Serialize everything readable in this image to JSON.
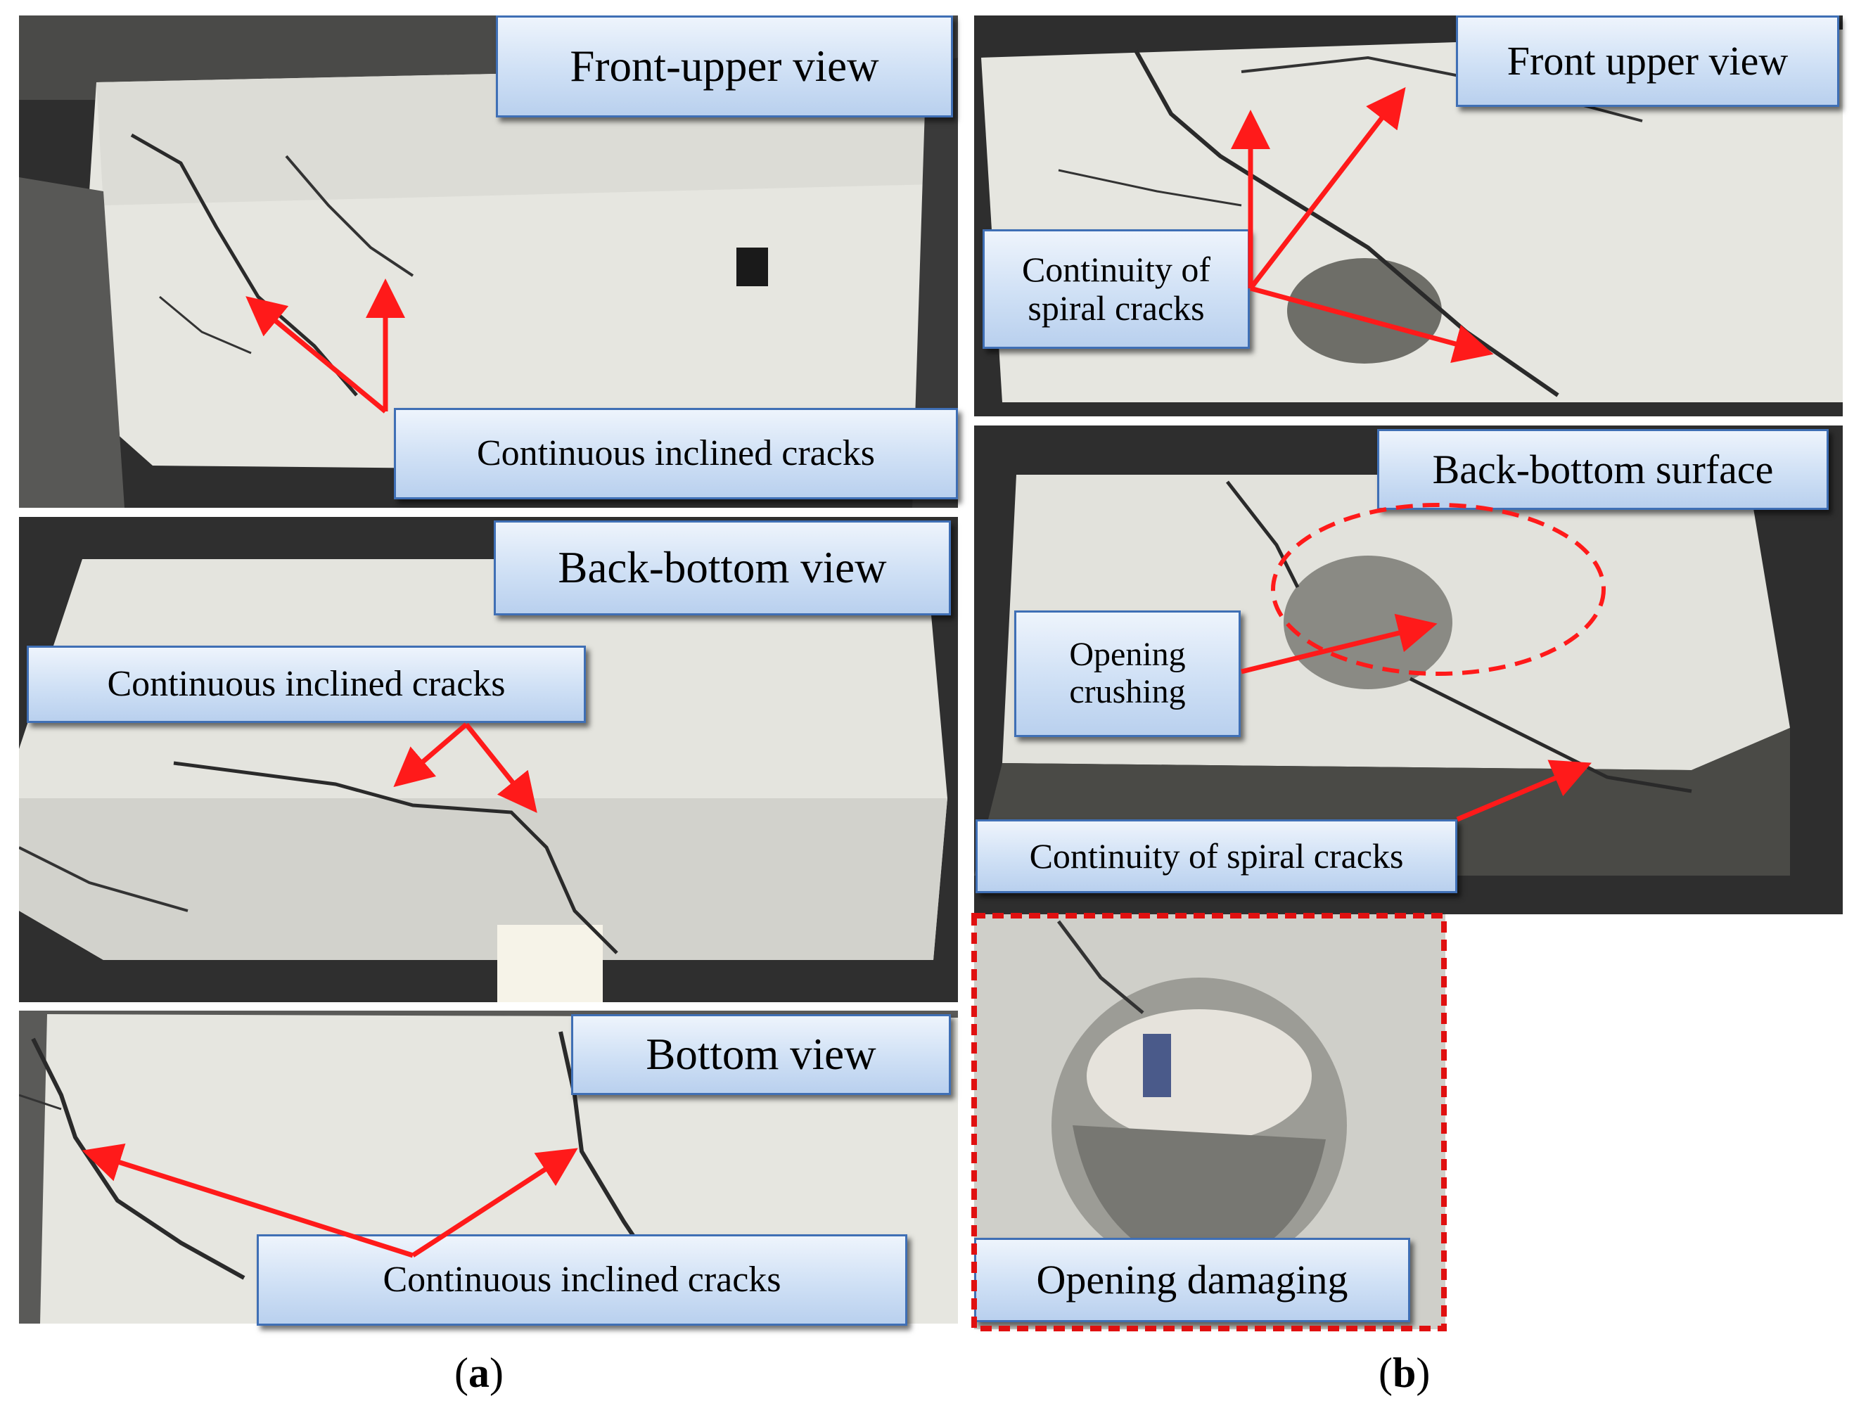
{
  "panel_a": {
    "photo1": {
      "title": "Front-upper view",
      "note": "Continuous inclined cracks"
    },
    "photo2": {
      "title": "Back-bottom view",
      "note": "Continuous inclined cracks"
    },
    "photo3": {
      "title": "Bottom view",
      "note": "Continuous inclined cracks"
    },
    "caption_letter": "a"
  },
  "panel_b": {
    "photo1": {
      "title": "Front upper view",
      "note_line1": "Continuity of",
      "note_line2": "spiral cracks"
    },
    "photo2": {
      "title": "Back-bottom surface",
      "note_line1": "Opening",
      "note_line2": "crushing",
      "note_bottom": "Continuity of spiral cracks"
    },
    "photo3": {
      "note": "Opening damaging"
    },
    "caption_letter": "b"
  },
  "colors": {
    "arrow": "#ff1a1a",
    "label_border": "#3f6fb5",
    "specimen": "#e8e8e4",
    "frame": "#3a3a3a"
  }
}
